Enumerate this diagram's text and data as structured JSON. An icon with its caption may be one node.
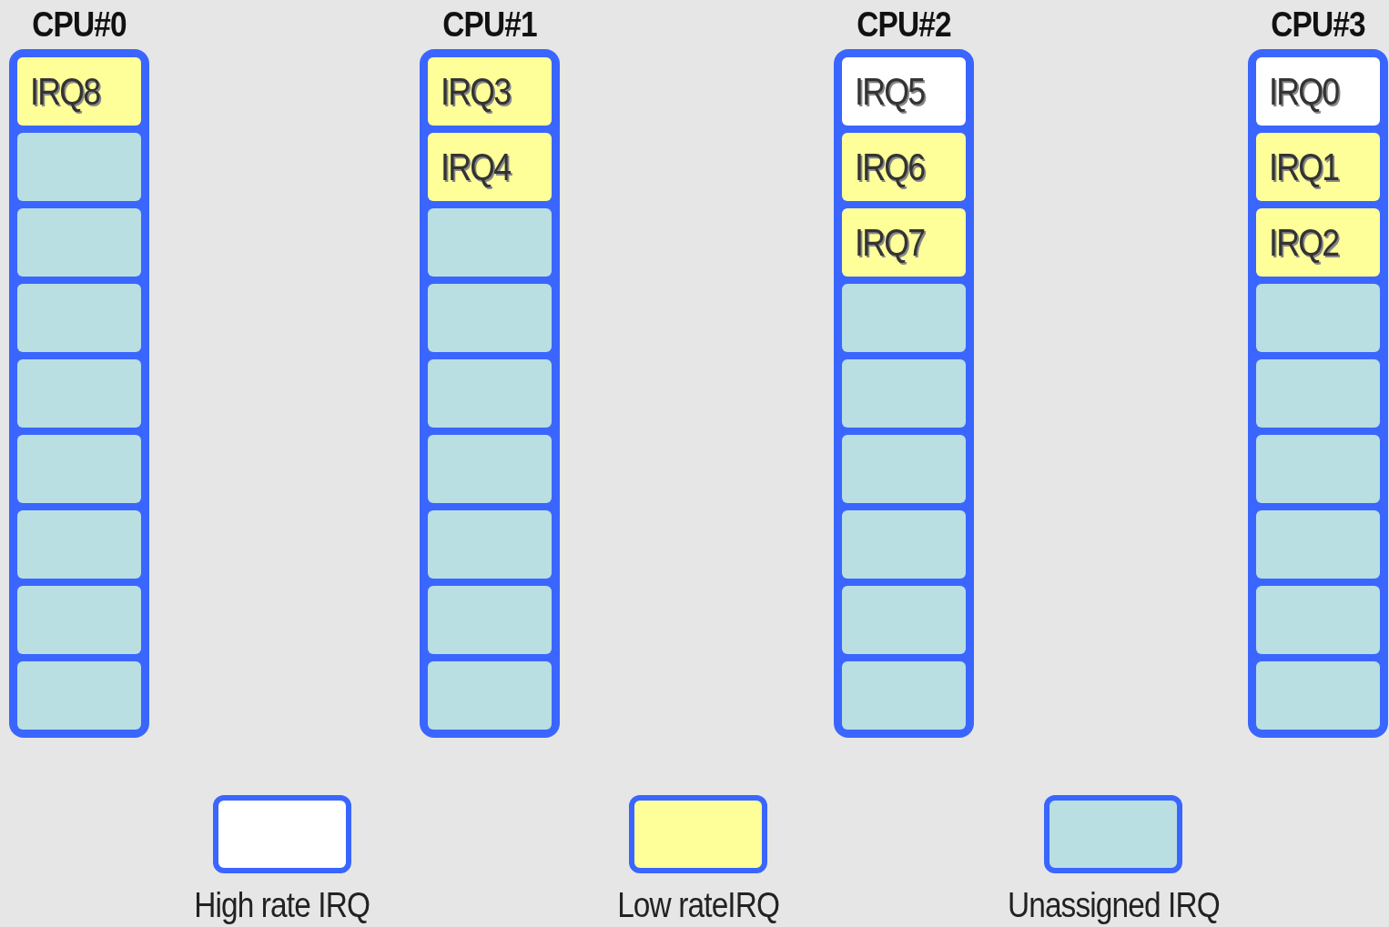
{
  "diagram": {
    "nodes": [
      {
        "text": [
          "CPU#0"
        ]
      },
      {
        "text": [
          "IRQ8"
        ],
        "in": 0
      },
      {
        "text": [],
        "shape": "box",
        "in": 0
      },
      {
        "text": [],
        "shape": "box",
        "in": 0
      },
      {
        "text": [],
        "shape": "box",
        "in": 0
      },
      {
        "text": [],
        "shape": "box",
        "in": 0
      },
      {
        "text": [],
        "shape": "box",
        "in": 0
      },
      {
        "text": [],
        "shape": "box",
        "in": 0
      },
      {
        "text": [],
        "shape": "box",
        "in": 0
      },
      {
        "text": [],
        "shape": "box",
        "in": 0
      },
      {
        "text": [
          "CPU#1"
        ]
      },
      {
        "text": [
          "IRQ3"
        ],
        "in": 10
      },
      {
        "text": [
          "IRQ4"
        ],
        "in": 10
      },
      {
        "text": [],
        "shape": "box",
        "in": 10
      },
      {
        "text": [],
        "shape": "box",
        "in": 10
      },
      {
        "text": [],
        "shape": "box",
        "in": 10
      },
      {
        "text": [],
        "shape": "box",
        "in": 10
      },
      {
        "text": [],
        "shape": "box",
        "in": 10
      },
      {
        "text": [],
        "shape": "box",
        "in": 10
      },
      {
        "text": [],
        "shape": "box",
        "in": 10
      },
      {
        "text": [
          "CPU#2"
        ]
      },
      {
        "text": [
          "IRQ5"
        ],
        "in": 20
      },
      {
        "text": [
          "IRQ6"
        ],
        "in": 20
      },
      {
        "text": [
          "IRQ7"
        ],
        "in": 20
      },
      {
        "text": [],
        "shape": "box",
        "in": 20
      },
      {
        "text": [],
        "shape": "box",
        "in": 20
      },
      {
        "text": [],
        "shape": "box",
        "in": 20
      },
      {
        "text": [],
        "shape": "box",
        "in": 20
      },
      {
        "text": [],
        "shape": "box",
        "in": 20
      },
      {
        "text": [],
        "shape": "box",
        "in": 20
      },
      {
        "text": [
          "CPU#3"
        ]
      },
      {
        "text": [
          "IRQ0"
        ],
        "in": 30
      },
      {
        "text": [
          "IRQ1"
        ],
        "in": 30
      },
      {
        "text": [
          "IRQ2"
        ],
        "in": 30
      },
      {
        "text": [],
        "shape": "box",
        "in": 30
      },
      {
        "text": [],
        "shape": "box",
        "in": 30
      },
      {
        "text": [],
        "shape": "box",
        "in": 30
      },
      {
        "text": [],
        "shape": "box",
        "in": 30
      },
      {
        "text": [],
        "shape": "box",
        "in": 30
      },
      {
        "text": [],
        "shape": "box",
        "in": 30
      }
    ],
    "legend": [
      {
        "text": "High rate IRQ",
        "color": "#ffffff"
      },
      {
        "text": "Low rateIRQ",
        "color": "#ffff99"
      },
      {
        "text": "Unassigned IRQ",
        "color": "#b9dfe2"
      }
    ]
  }
}
